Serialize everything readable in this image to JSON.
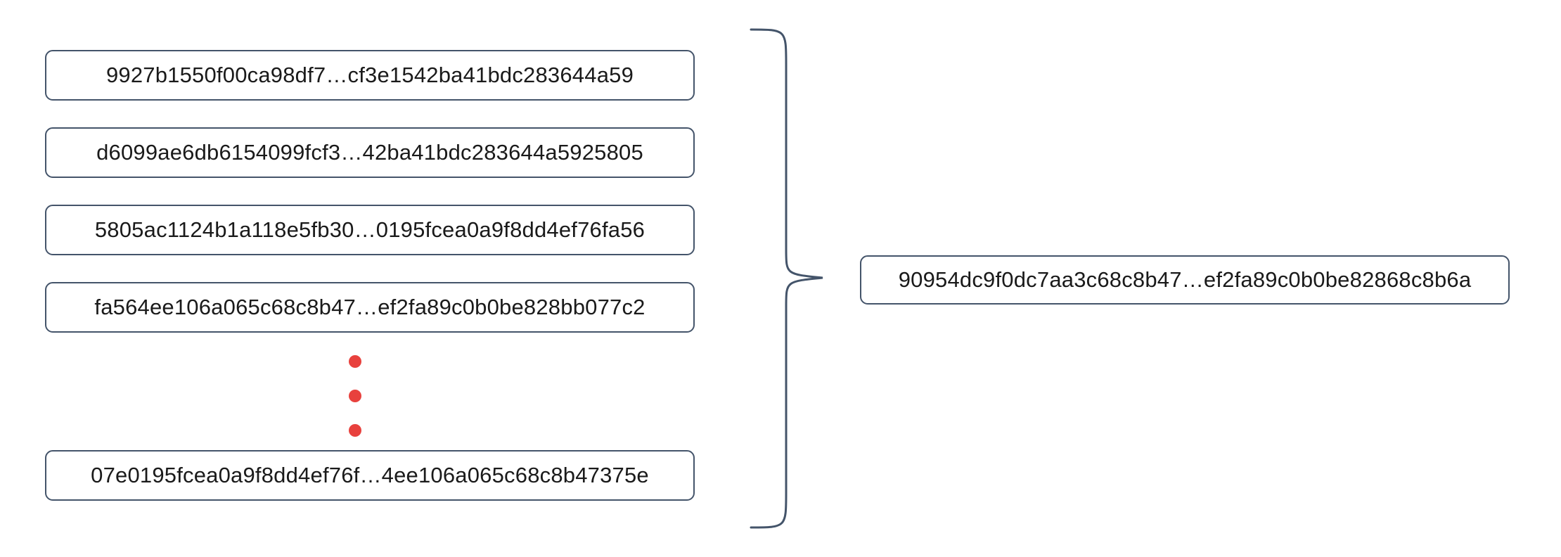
{
  "diagram": {
    "description": "hash-combination-diagram",
    "left_blocks": [
      {
        "label": "9927b1550f00ca98df7…cf3e1542ba41bdc283644a59"
      },
      {
        "label": "d6099ae6db6154099fcf3…42ba41bdc283644a5925805"
      },
      {
        "label": "5805ac1124b1a118e5fb30…0195fcea0a9f8dd4ef76fa56"
      },
      {
        "label": "fa564ee106a065c68c8b47…ef2fa89c0b0be828bb077c2"
      },
      {
        "label": "07e0195fcea0a9f8dd4ef76f…4ee106a065c68c8b47375e"
      }
    ],
    "ellipsis_dot_count": 3,
    "result_block": {
      "label": "90954dc9f0dc7aa3c68c8b47…ef2fa89c0b0be82868c8b6a"
    },
    "colors": {
      "stroke": "#44546a",
      "dot_red": "#e8413d",
      "text": "#1a1a1a",
      "background": "#ffffff"
    }
  }
}
